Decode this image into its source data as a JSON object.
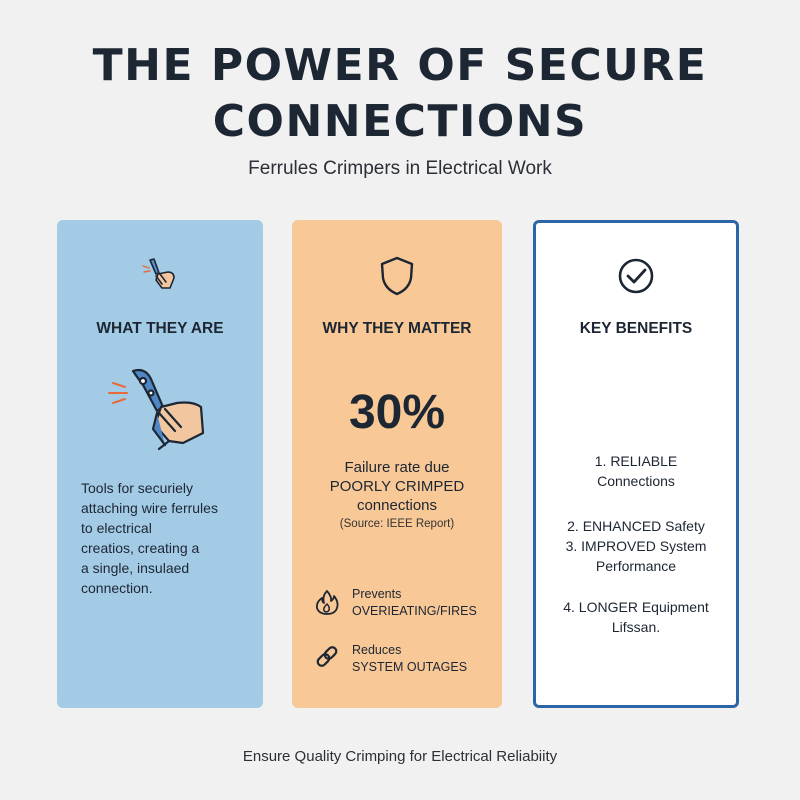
{
  "title_line1": "THE POWER OF SECURE",
  "title_line2": "CONNECTIONS",
  "subtitle": "Ferrules Crimpers in Electrical Work",
  "cards": [
    {
      "heading": "WHAT THEY ARE",
      "icon": "crimper-hand-icon",
      "description_lines": [
        "Tools for securiely",
        "attaching wire ferrules",
        "to electrical",
        "creatios, creating a",
        "a single, insulaed",
        "connection."
      ]
    },
    {
      "heading": "WHY THEY MATTER",
      "icon": "shield-icon",
      "stat_value": "30%",
      "stat_lines": [
        "Failure rate due",
        "POORLY CRIMPED",
        "connections"
      ],
      "source": "(Source: IEEE Report)",
      "points": [
        {
          "icon": "flame-icon",
          "line1": "Prevents",
          "line2": "OVERIEATING/FIRES"
        },
        {
          "icon": "chain-link-icon",
          "line1": "Reduces",
          "line2": "SYSTEM OUTAGES"
        }
      ]
    },
    {
      "heading": "KEY BENEFITS",
      "icon": "check-circle-icon",
      "benefits": [
        {
          "line1": "1. RELIABLE",
          "line2": "Connections"
        },
        {
          "line1": "2. ENHANCED Safety",
          "line2": ""
        },
        {
          "line1": "3. IMPROVED System",
          "line2": "Performance"
        },
        {
          "line1": "4. LONGER Equipment",
          "line2": "Lifssan."
        }
      ]
    }
  ],
  "footer": "Ensure Quality Crimping for Electrical Reliabiity",
  "colors": {
    "background": "#f1f1f2",
    "card_blue": "#a3cbe6",
    "card_orange": "#f8c896",
    "card_border": "#2d66a6",
    "text_dark": "#1d2633"
  }
}
